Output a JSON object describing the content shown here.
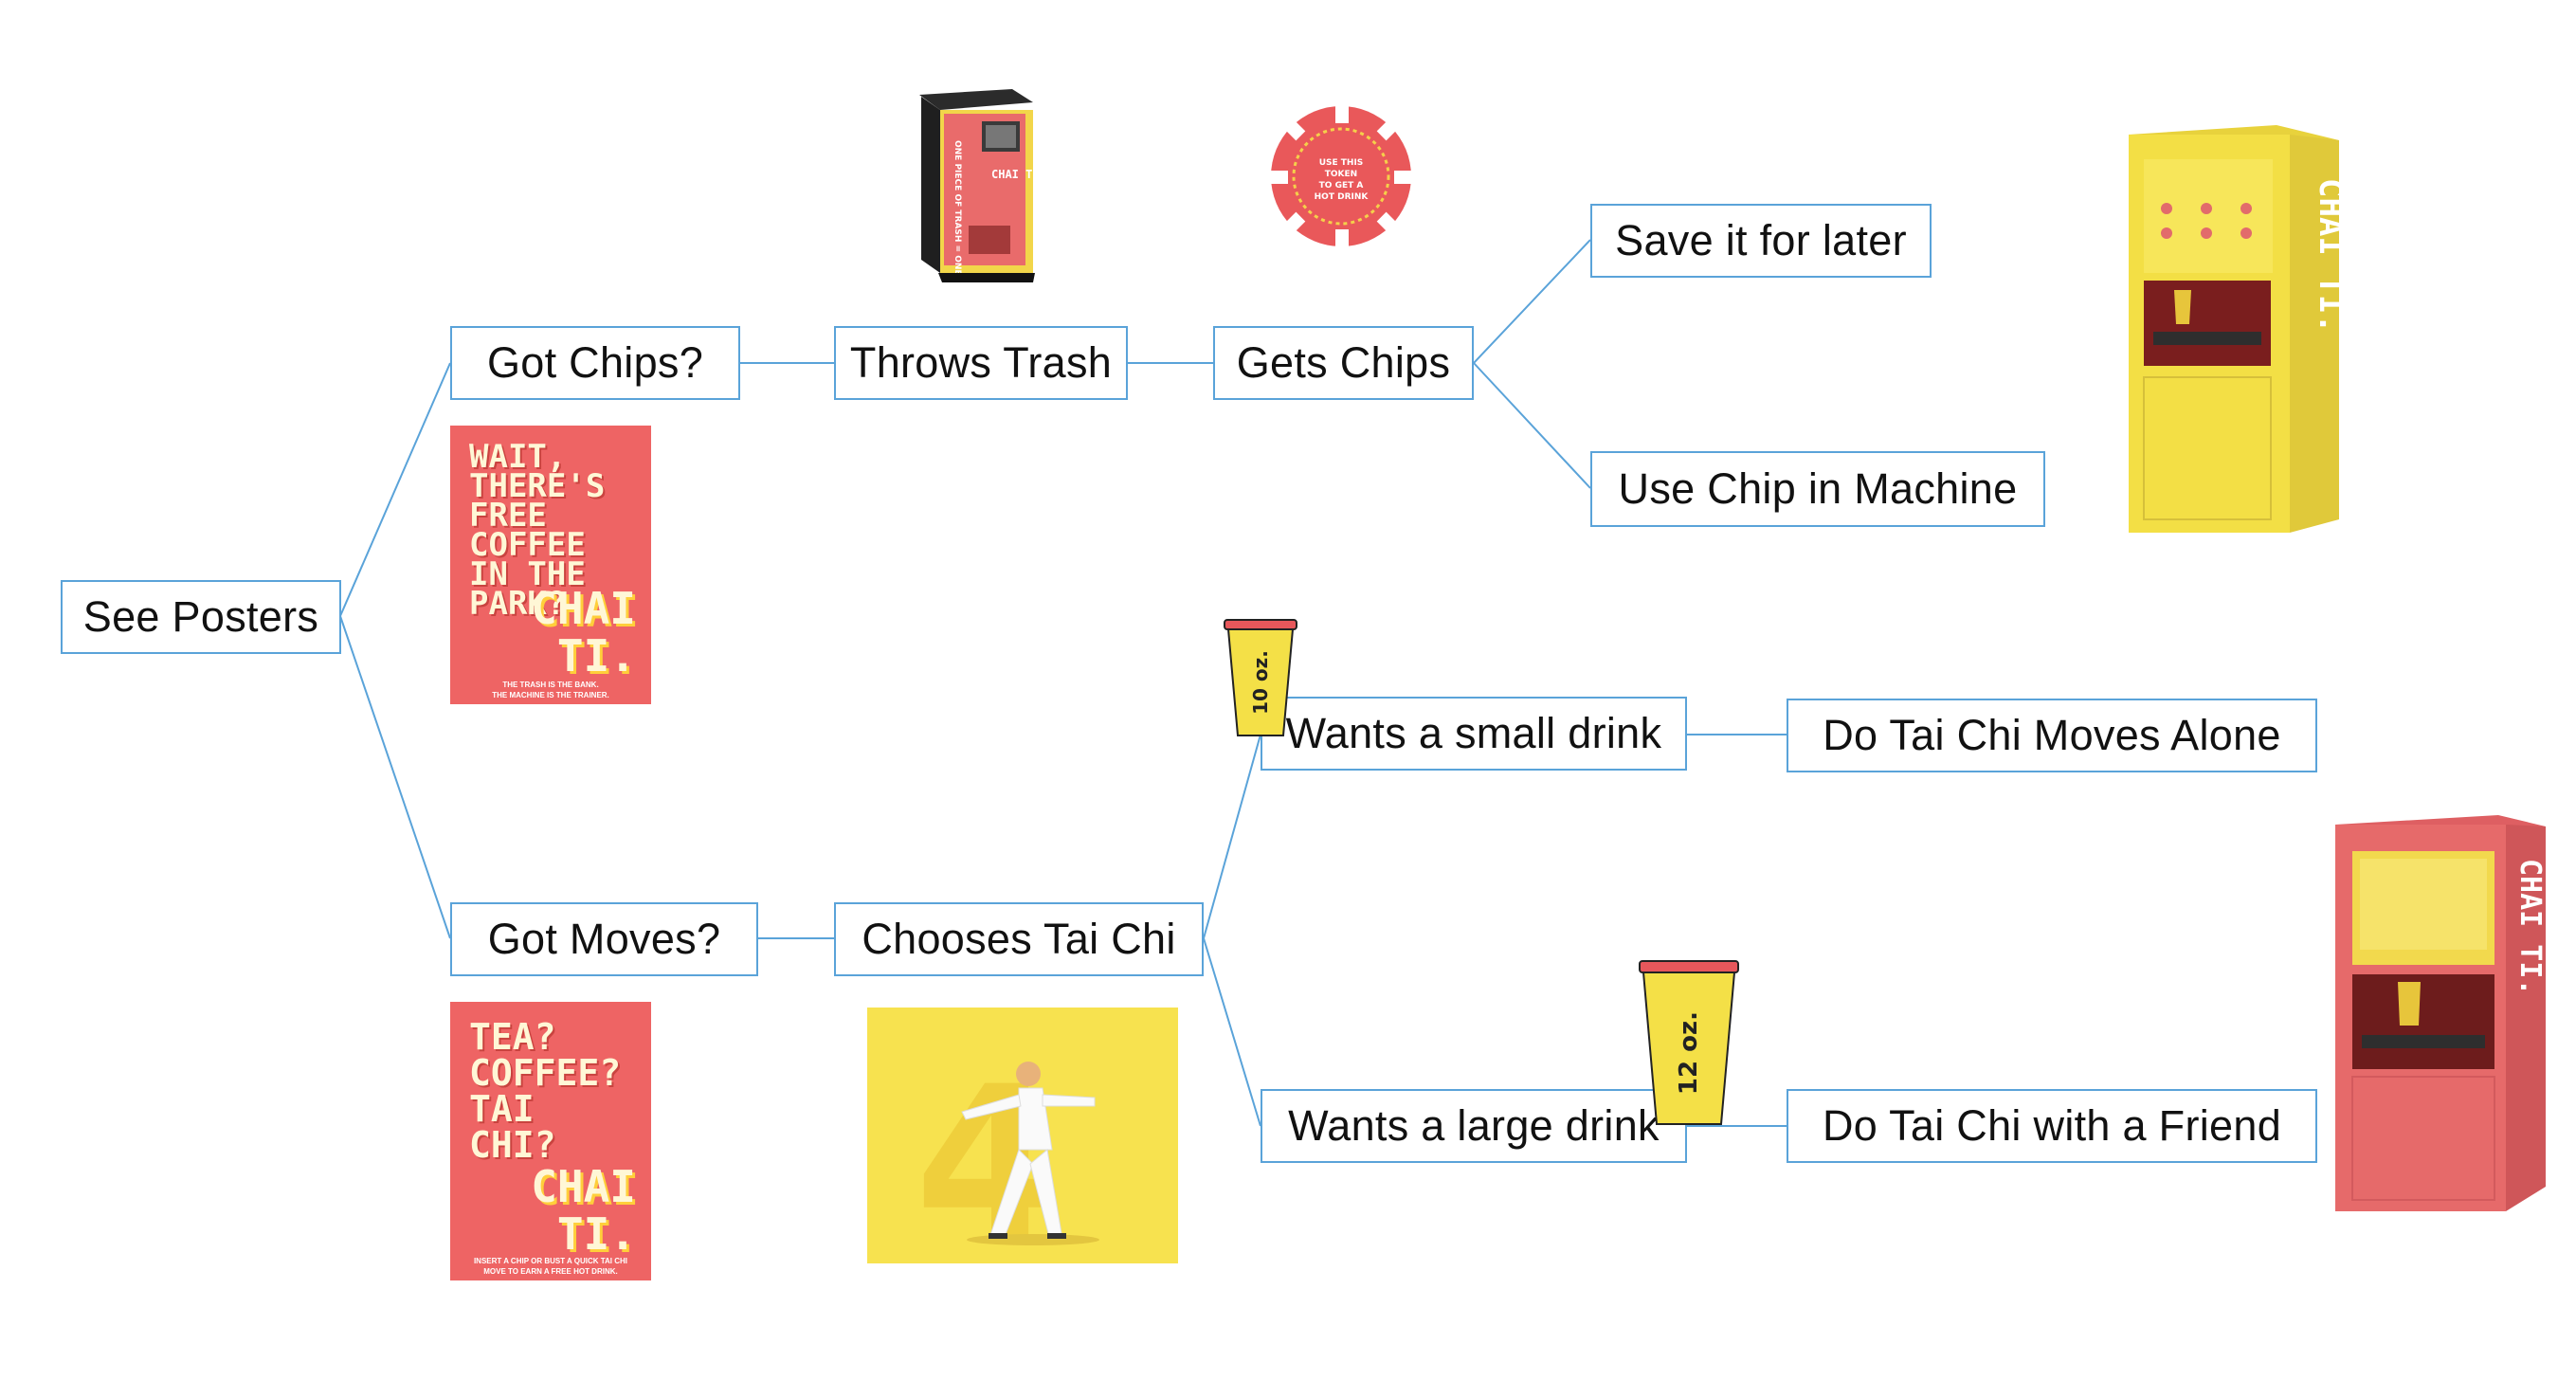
{
  "nodes": {
    "see_posters": "See Posters",
    "got_chips": "Got Chips?",
    "throws_trash": "Throws Trash",
    "gets_chips": "Gets Chips",
    "save_later": "Save it for later",
    "use_chip": "Use Chip in Machine",
    "got_moves": "Got Moves?",
    "chooses_tai_chi": "Chooses Tai Chi",
    "wants_small": "Wants a small drink",
    "wants_large": "Wants a large drink",
    "alone": "Do Tai Chi Moves Alone",
    "friend": "Do Tai Chi with a Friend"
  },
  "poster_top": {
    "headline": "WAIT,\nTHERE'S\nFREE COFFEE\nIN THE PARK?",
    "brand": "CHAI\nTI.",
    "fine_print": "THE TRASH IS THE BANK.\nTHE MACHINE IS THE TRAINER."
  },
  "poster_bottom": {
    "headline": "TEA?\nCOFFEE?\nTAI CHI?",
    "brand": "CHAI\nTI.",
    "fine_print": "INSERT A CHIP OR BUST A QUICK TAI CHI\nMOVE TO EARN A FREE HOT DRINK."
  },
  "token": {
    "text": "USE THIS\nTOKEN\nTO GET A\nHOT DRINK"
  },
  "trash_bin": {
    "side_text": "ONE PIECE OF TRASH = ONE CHIP",
    "brand": "CHAI TI."
  },
  "cups": {
    "small": "10 oz.",
    "large": "12 oz."
  },
  "machines": {
    "brand": "CHAI TI."
  },
  "colors": {
    "connector": "#5aa3d9",
    "poster_red": "#ee6464",
    "yellow": "#f5e04a",
    "machine_yellow": "#f3df45",
    "machine_red": "#e66a6a"
  }
}
